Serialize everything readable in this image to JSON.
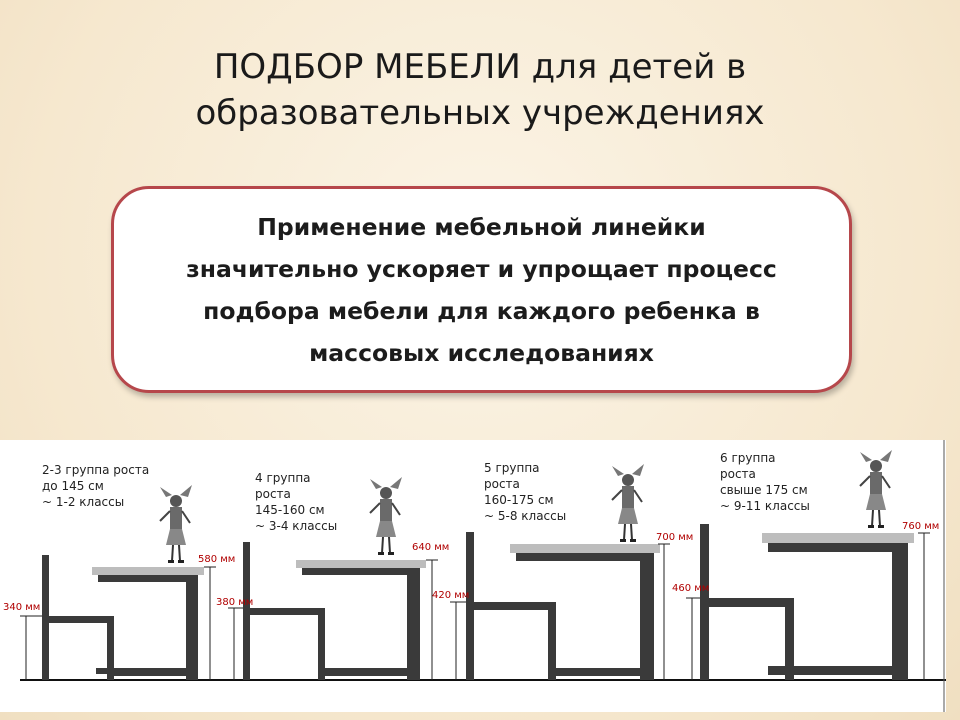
{
  "title": {
    "line1": "ПОДБОР МЕБЕЛИ для детей в",
    "line2": "образовательных учреждениях"
  },
  "callout": {
    "line1": "Применение мебельной линейки",
    "line2": "значительно ускоряет и упрощает процесс",
    "line3": "подбора мебели для каждого ребенка в",
    "line4": "массовых исследованиях"
  },
  "groups": [
    {
      "label_lines": [
        "2-3 группа роста",
        "до 145 см",
        "~ 1-2 классы"
      ],
      "table_height": "580 мм",
      "chair_height": "340 мм"
    },
    {
      "label_lines": [
        "4 группа",
        "роста",
        "145-160 см",
        "~ 3-4 классы"
      ],
      "table_height": "640 мм",
      "chair_height": "380 мм"
    },
    {
      "label_lines": [
        "5 группа",
        "роста",
        "160-175 см",
        "~ 5-8 классы"
      ],
      "table_height": "700 мм",
      "chair_height": "420 мм"
    },
    {
      "label_lines": [
        "6 группа",
        "роста",
        "свыше 175 см",
        "~ 9-11 классы"
      ],
      "table_height": "760 мм",
      "chair_height": "460 мм"
    }
  ],
  "colors": {
    "callout_border": "#b6474b",
    "furniture": "#3a3a3a",
    "tabletop": "#bdbdbd",
    "dimension_text": "#b00000",
    "background": "#f7ebd4"
  },
  "icons": [
    "child-figure-icon"
  ]
}
